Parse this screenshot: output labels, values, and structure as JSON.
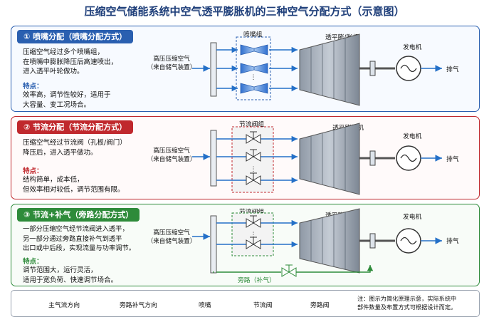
{
  "title": "压缩空气储能系统中空气透平膨胀机的三种空气分配方式（示意图）",
  "colors": {
    "blue": "#2a5fb0",
    "red": "#c0282d",
    "green": "#2e8b3a",
    "arrow_blue": "#2470c8"
  },
  "panels": [
    {
      "header": "① 喷嘴分配（喷嘴分配方式）",
      "desc": "压缩空气经过多个喷嘴组，\n在喷嘴中膨胀降压后高速喷出，\n进入透平叶轮做功。",
      "feat_title": "特点：",
      "feat": "效率高，调节性较好，适用于\n大容量、变工况场合。",
      "source": "高压压缩空气\n（来自储气装置）",
      "group_label": "喷嘴组",
      "turbine_label": "透平膨/胀机",
      "gen_label": "发电机",
      "exhaust_label": "排气"
    },
    {
      "header": "② 节流分配（节流分配方式）",
      "desc": "压缩空气经过节流阀（孔板/阀门）\n降压后，进入透平做功。",
      "feat_title": "特点：",
      "feat": "结构简单，成本低，\n但效率相对较低，调节范围有限。",
      "source": "高压压缩空气\n（来自储气装置）",
      "group_label": "节流阀组",
      "turbine_label": "透平膨胀机",
      "gen_label": "发电机",
      "exhaust_label": "排气"
    },
    {
      "header": "③ 节流+补气（旁路分配方式）",
      "desc": "一部分压缩空气经节流阀进入透平，\n另一部分通过旁路直接补气到透平\n出口或中后段，实现流量与功率调节。",
      "feat_title": "特点：",
      "feat": "调节范围大，运行灵活，\n适用于宽负荷、快速调节场合。",
      "source": "高压压缩空气\n（来自储气装置）",
      "group_label": "节流阀组",
      "turbine_label": "透平膨/胀机",
      "gen_label": "发电机",
      "exhaust_label": "排气",
      "bypass_label": "旁路（补气）"
    }
  ],
  "legend": {
    "main_flow": "主气流方向",
    "bypass_flow": "旁路补气方向",
    "nozzle": "喷嘴",
    "throttle": "节流阀",
    "bypass_valve": "旁路阀",
    "note": "注：图示为简化原理示意，实际系统中\n部件数量及布置方式可根据设计而定。"
  },
  "icons": [
    "nozzle-icon",
    "throttle-valve-icon",
    "bypass-valve-icon",
    "generator-icon",
    "arrow-icon"
  ]
}
